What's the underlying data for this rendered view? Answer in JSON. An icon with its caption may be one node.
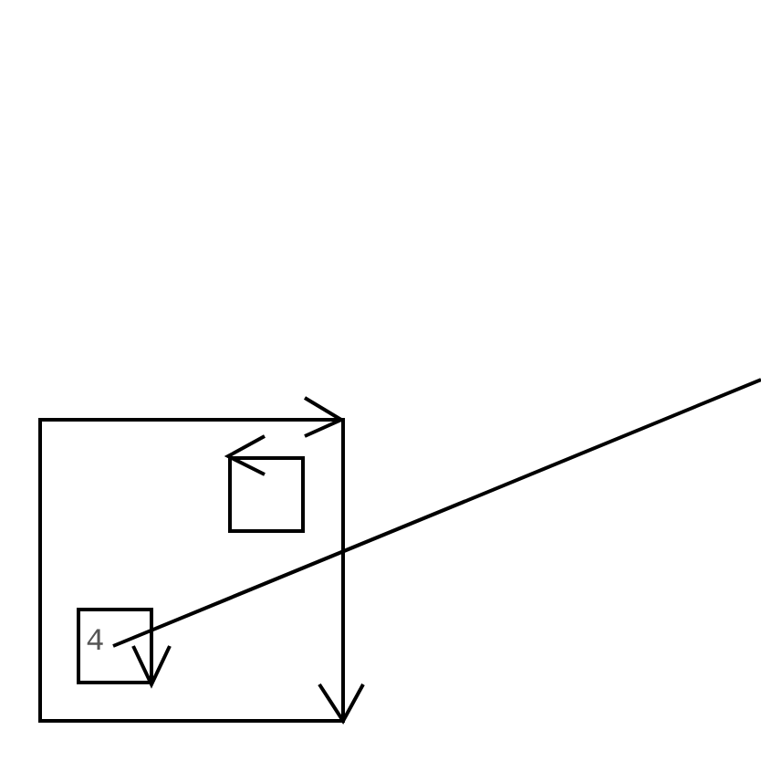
{
  "diagram": {
    "nodes": [
      {
        "text": [],
        "shape": "box"
      },
      {
        "text": [],
        "shape": "box",
        "in": 0
      },
      {
        "text": [
          "4"
        ],
        "in": 0
      }
    ],
    "edges": [
      {
        "from": null,
        "to": 2,
        "arrow": "none"
      }
    ]
  }
}
